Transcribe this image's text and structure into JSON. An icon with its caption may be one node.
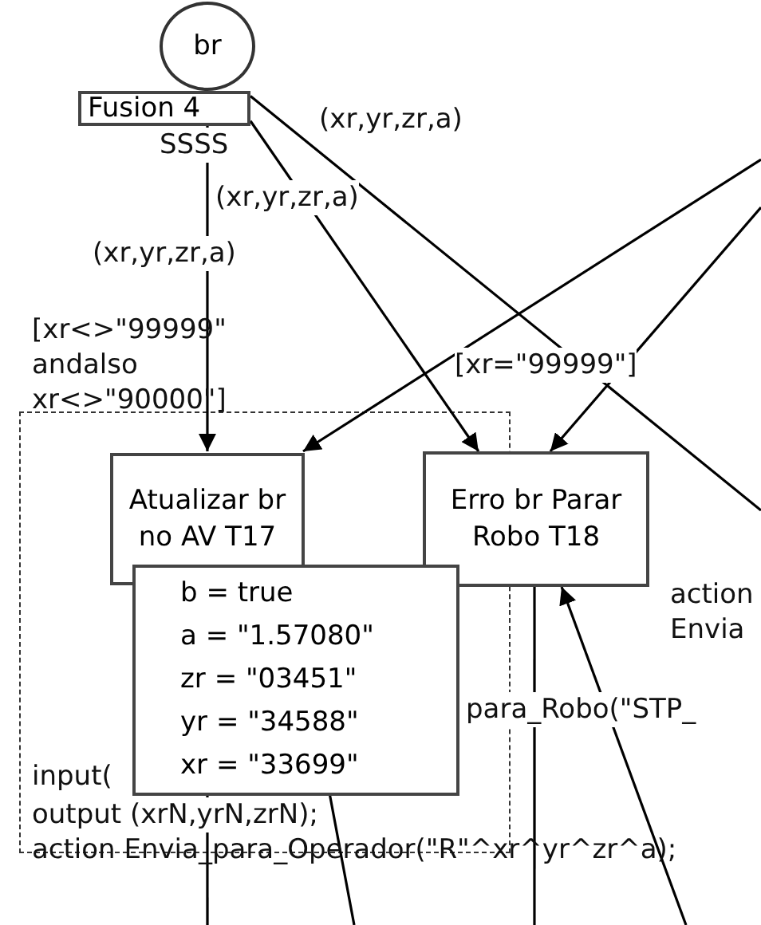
{
  "diagram": {
    "nodes": [
      {
        "text": [
          "br",
          "Fusion 4"
        ],
        "beside": [
          "SSSS"
        ]
      },
      {
        "text": [],
        "shape": "box"
      },
      {
        "text": [
          "Atualizar br no AV T17"
        ],
        "in": 1,
        "beside": [
          "[xr<>\"99999\" andalso xr<>\"90000\"]"
        ]
      },
      {
        "text": [
          "Erro br Parar Robo T18"
        ],
        "beside": [
          "[xr=\"99999\"]"
        ]
      },
      {
        "text": [
          "b = true",
          "a = \"1.57080\"",
          "zr = \"03451\"",
          "yr = \"34588\"",
          "xr = \"33699\""
        ],
        "in": 1
      }
    ],
    "edges": [
      {
        "from": 0,
        "to": 2,
        "arrow": "to",
        "label": "(xr,yr,zr,a)"
      },
      {
        "from": 0,
        "to": 3,
        "arrow": "to",
        "label": "(xr,yr,zr,a)"
      },
      {
        "from": 0,
        "to": null,
        "arrow": "none",
        "label": "(xr,yr,zr,a)"
      },
      {
        "from": null,
        "to": 2,
        "arrow": "to"
      },
      {
        "from": null,
        "to": 3,
        "arrow": "to"
      },
      {
        "from": null,
        "to": 3,
        "arrow": "to"
      },
      {
        "from": 2,
        "to": null,
        "arrow": "none"
      },
      {
        "from": 3,
        "to": null,
        "arrow": "none"
      },
      {
        "from": null,
        "to": 2,
        "arrow": "none"
      }
    ],
    "labels": [
      "action Envia",
      "para_Robo(\"STP_",
      "input(",
      "output (xrN,yrN,zrN);",
      "action Envia_para_Operador(\"R\"^xr^yr^zr^a);"
    ]
  }
}
